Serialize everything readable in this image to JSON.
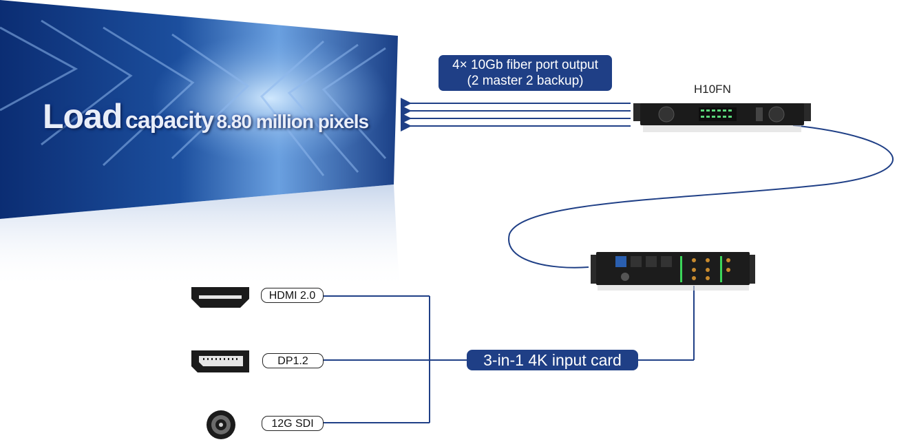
{
  "screen": {
    "line_big": "Load",
    "line_mid": "capacity",
    "line_small": "8.80 million pixels"
  },
  "fiber_output": {
    "line1": "4× 10Gb fiber port output",
    "line2": "(2 master 2 backup)"
  },
  "device_name": "H10FN",
  "input_card_label": "3-in-1 4K input card",
  "ports": [
    {
      "label": "HDMI 2.0",
      "icon": "hdmi-port-icon"
    },
    {
      "label": "DP1.2",
      "icon": "displayport-icon"
    },
    {
      "label": "12G SDI",
      "icon": "bnc-sdi-icon"
    }
  ],
  "colors": {
    "accent": "#1f3f86",
    "line": "#1f3f86",
    "screen_dark": "#0a1a4a",
    "screen_light": "#3f78c8"
  }
}
